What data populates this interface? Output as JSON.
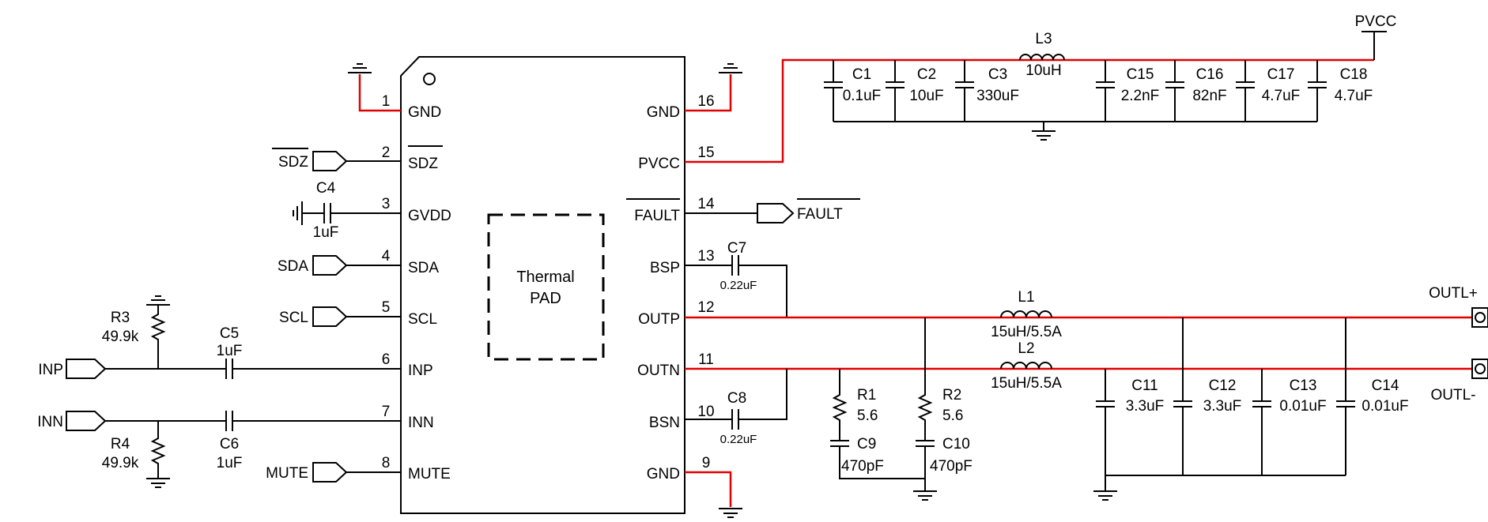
{
  "chip": {
    "pins_left": [
      {
        "num": "1",
        "name": "GND"
      },
      {
        "num": "2",
        "name": "SDZ"
      },
      {
        "num": "3",
        "name": "GVDD"
      },
      {
        "num": "4",
        "name": "SDA"
      },
      {
        "num": "5",
        "name": "SCL"
      },
      {
        "num": "6",
        "name": "INP"
      },
      {
        "num": "7",
        "name": "INN"
      },
      {
        "num": "8",
        "name": "MUTE"
      }
    ],
    "pins_right": [
      {
        "num": "16",
        "name": "GND"
      },
      {
        "num": "15",
        "name": "PVCC"
      },
      {
        "num": "14",
        "name": "FAULT"
      },
      {
        "num": "13",
        "name": "BSP"
      },
      {
        "num": "12",
        "name": "OUTP"
      },
      {
        "num": "11",
        "name": "OUTN"
      },
      {
        "num": "10",
        "name": "BSN"
      },
      {
        "num": "9",
        "name": "GND"
      }
    ],
    "thermal_line1": "Thermal",
    "thermal_line2": "PAD"
  },
  "ports": {
    "sdz": "SDZ",
    "sda": "SDA",
    "scl": "SCL",
    "inp": "INP",
    "inn": "INN",
    "mute": "MUTE",
    "fault": "FAULT",
    "pvcc": "PVCC",
    "outl_plus": "OUTL+",
    "outl_minus": "OUTL-"
  },
  "components": {
    "c4": {
      "ref": "C4",
      "value": "1uF"
    },
    "r3": {
      "ref": "R3",
      "value": "49.9k"
    },
    "r4": {
      "ref": "R4",
      "value": "49.9k"
    },
    "c5": {
      "ref": "C5",
      "value": "1uF"
    },
    "c6": {
      "ref": "C6",
      "value": "1uF"
    },
    "c7": {
      "ref": "C7",
      "value": "0.22uF"
    },
    "c8": {
      "ref": "C8",
      "value": "0.22uF"
    },
    "l3": {
      "ref": "L3",
      "value": "10uH"
    },
    "l1": {
      "ref": "L1",
      "value": "15uH/5.5A"
    },
    "l2": {
      "ref": "L2",
      "value": "15uH/5.5A"
    },
    "r1": {
      "ref": "R1",
      "value": "5.6"
    },
    "r2": {
      "ref": "R2",
      "value": "5.6"
    },
    "c9": {
      "ref": "C9",
      "value": "470pF"
    },
    "c10": {
      "ref": "C10",
      "value": "470pF"
    },
    "c1": {
      "ref": "C1",
      "value": "0.1uF"
    },
    "c2": {
      "ref": "C2",
      "value": "10uF"
    },
    "c3": {
      "ref": "C3",
      "value": "330uF"
    },
    "c15": {
      "ref": "C15",
      "value": "2.2nF"
    },
    "c16": {
      "ref": "C16",
      "value": "82nF"
    },
    "c17": {
      "ref": "C17",
      "value": "4.7uF"
    },
    "c18": {
      "ref": "C18",
      "value": "4.7uF"
    },
    "c11": {
      "ref": "C11",
      "value": "3.3uF"
    },
    "c12": {
      "ref": "C12",
      "value": "3.3uF"
    },
    "c13": {
      "ref": "C13",
      "value": "0.01uF"
    },
    "c14": {
      "ref": "C14",
      "value": "0.01uF"
    }
  },
  "colors": {
    "wire": "#000000",
    "power_net": "#e00000"
  }
}
